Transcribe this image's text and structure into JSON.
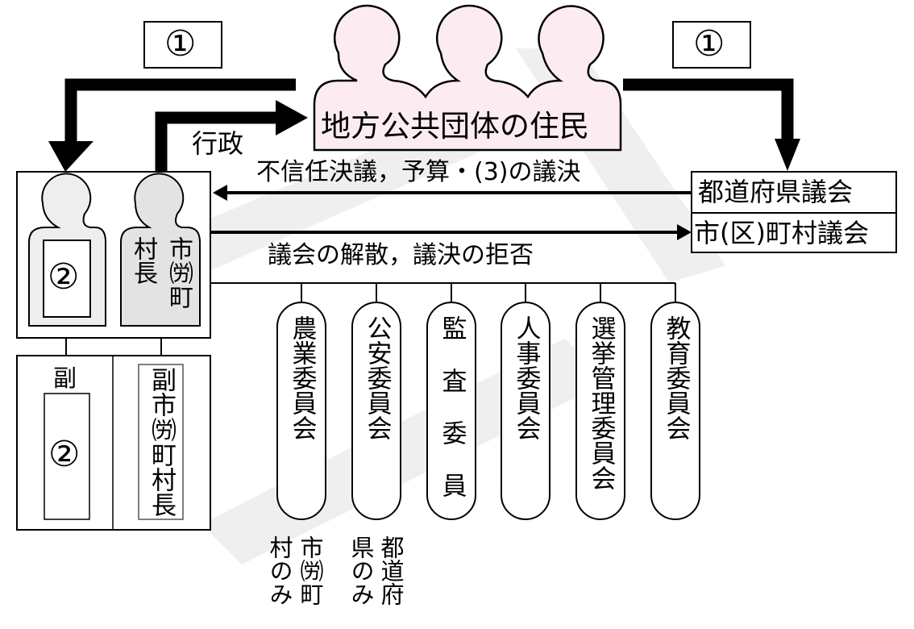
{
  "colors": {
    "residents_fill": "#fcecf2",
    "mayor_fill": "#e3e3e3",
    "deputy_fill": "#eeeeee",
    "line": "#000000",
    "watermark": "#eeeeee"
  },
  "answer_marks": {
    "left_1": "①",
    "right_1": "①",
    "blank_2_head": "②",
    "blank_2_deputy": "②"
  },
  "residents": {
    "label": "地方公共団体の住民"
  },
  "arrows": {
    "administration": "行政",
    "council_to_mayor": "不信任決議，予算・(3)の議決",
    "mayor_to_council": "議会の解散，議決の拒否"
  },
  "councils": {
    "prefectural": "都道府県議会",
    "municipal": "市(区)町村議会"
  },
  "mayor": {
    "col1": "市㈸町",
    "col2": "村長"
  },
  "deputy": {
    "prefix": "副",
    "mayor_label": "副市㈸町村長"
  },
  "committees": [
    {
      "label": "農業委員会",
      "note": "市㈸町村のみ"
    },
    {
      "label": "公安委員会",
      "note": "都道府県のみ"
    },
    {
      "label": "監査委員",
      "note": ""
    },
    {
      "label": "人事委員会",
      "note": ""
    },
    {
      "label": "選挙管理委員会",
      "note": ""
    },
    {
      "label": "教育委員会",
      "note": ""
    }
  ],
  "notes": {
    "municipal_only_col1": "市㈸町",
    "municipal_only_col2": "村のみ",
    "prefecture_only_col1": "都道府",
    "prefecture_only_col2": "県のみ"
  }
}
